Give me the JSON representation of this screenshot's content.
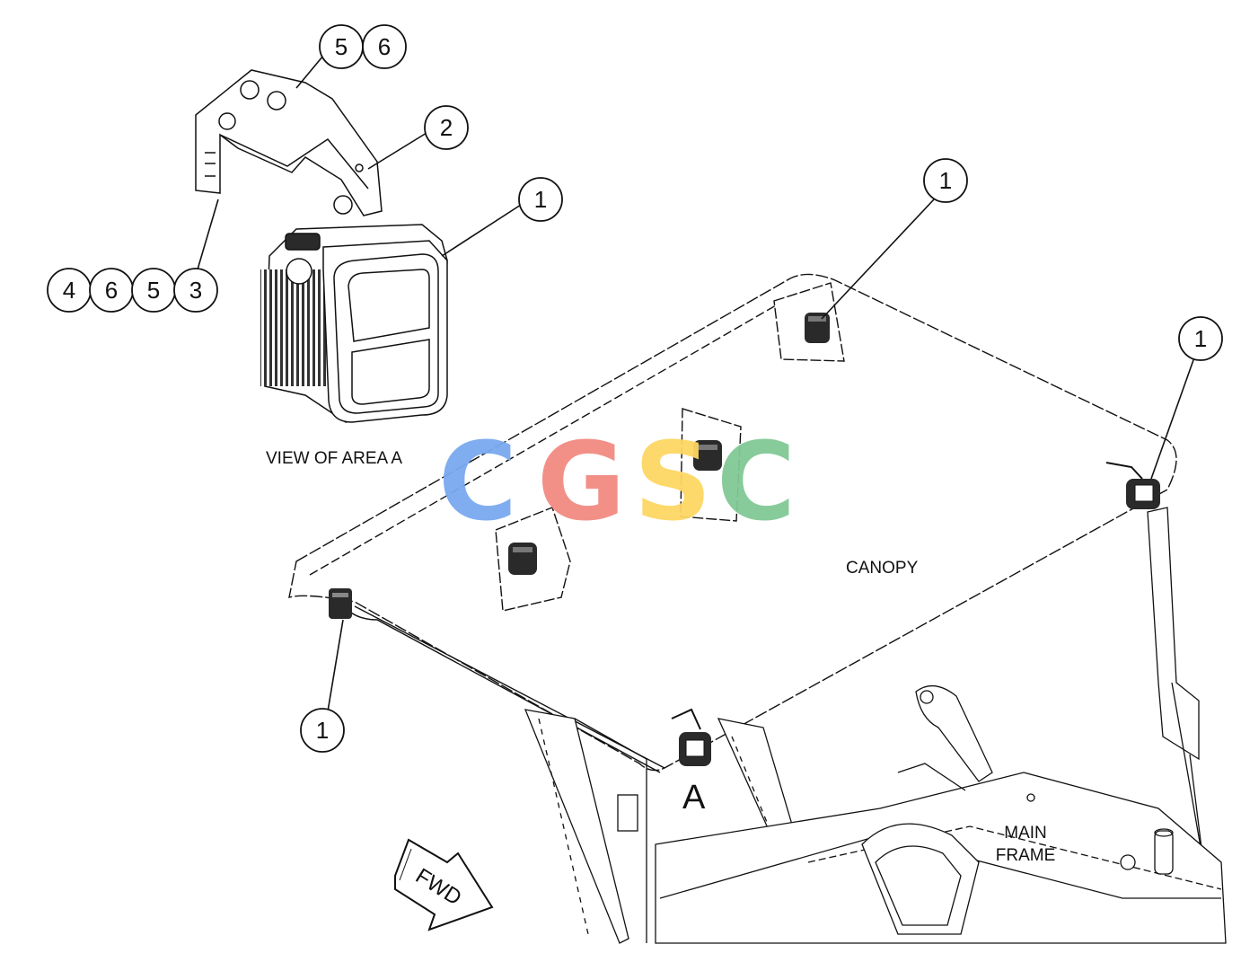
{
  "labels": {
    "view_of_area": "VIEW OF AREA  A",
    "canopy": "CANOPY",
    "area_marker": "A",
    "main_frame_line1": "MAIN",
    "main_frame_line2": "FRAME",
    "fwd": "FWD"
  },
  "watermark": {
    "letters": [
      "C",
      "G",
      "S",
      "C"
    ],
    "colors": [
      "#7aa9f0",
      "#f28b82",
      "#fdd663",
      "#81c995"
    ]
  },
  "callouts": {
    "c56a": "5",
    "c56b": "6",
    "c2": "2",
    "c1_detail": "1",
    "c4": "4",
    "c6": "6",
    "c5": "5",
    "c3": "3",
    "c1_top": "1",
    "c1_right": "1",
    "c1_left": "1"
  },
  "colors": {
    "line": "#111111",
    "lamp_dark": "#2a2a2a"
  }
}
